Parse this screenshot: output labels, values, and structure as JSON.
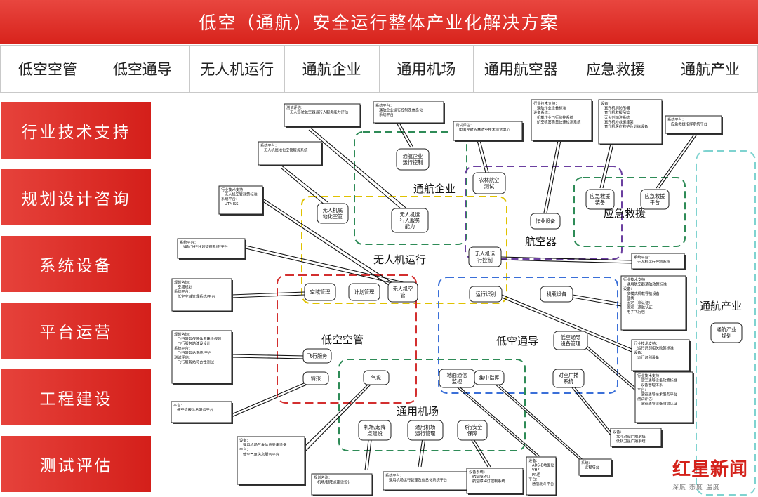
{
  "header": {
    "title": "低空（通航）安全运行整体产业化解决方案"
  },
  "tabs": [
    "低空空管",
    "低空通导",
    "无人机运行",
    "通航企业",
    "通用机场",
    "通用航空器",
    "应急救援",
    "通航产业"
  ],
  "sidebar": [
    "行业技术支持",
    "规划设计咨询",
    "系统设备",
    "平台运营",
    "工程建设",
    "测试评估"
  ],
  "regions": {
    "tongHangQiYe": "通航企业",
    "wuRenJi": "无人机运行",
    "hangKongQi": "航空器",
    "yingJi": "应急救援",
    "kongGuan": "低空空管",
    "tongDao": "低空通导",
    "jiChang": "通用机场",
    "chanYe": "通航产业"
  },
  "nodes": {
    "n1": [
      "通航企业",
      "运行控制"
    ],
    "n2": [
      "农林航空",
      "测试"
    ],
    "n3": [
      "无人机属",
      "地化空管"
    ],
    "n4": [
      "无人机运",
      "行人服务",
      "能力"
    ],
    "n5": [
      "作业设备"
    ],
    "n6": [
      "应急救援",
      "装备"
    ],
    "n7": [
      "应急救援",
      "平台"
    ],
    "n8": [
      "无人机运",
      "行控制"
    ],
    "n9": [
      "空域管理"
    ],
    "n10": [
      "计划管理"
    ],
    "n11": [
      "无人机空",
      "管"
    ],
    "n12": [
      "运行识别"
    ],
    "n13": [
      "机载设备"
    ],
    "n14": [
      "低空通导",
      "设备管理"
    ],
    "n15": [
      "飞行服务"
    ],
    "n16": [
      "情报"
    ],
    "n17": [
      "气象"
    ],
    "n18": [
      "地面通信",
      "监视"
    ],
    "n19": [
      "集中指挥"
    ],
    "n20": [
      "对空广播",
      "系统"
    ],
    "n21": [
      "机场/起降",
      "点建设"
    ],
    "n22": [
      "通用机场",
      "运行管理"
    ],
    "n23": [
      "飞行安全",
      "保障"
    ],
    "n24": [
      "通航产业",
      "规划"
    ]
  },
  "notes": {
    "t1": [
      "测试评估：",
      "无人驾驶航空器运行人服务能力评估"
    ],
    "t2": [
      "系统平台：",
      "通航企业运行控制及信息化",
      "系统平台"
    ],
    "t3": [
      "测试评估：",
      "中国民航农林航空技术测试中心"
    ],
    "t4": [
      "行业技术支持：",
      "通航作业设备标准",
      "设备系统：",
      "机载作业飞行监控系统",
      "航空喷雾质量快速检测系统"
    ],
    "t5": [
      "设备：",
      "直升机消防吊桶",
      "直升机救援吊篮",
      "灭火剂加注系统",
      "直升机外救援挂架",
      "直升机医疗救护及训练设备"
    ],
    "t6": [
      "系统平台：",
      "应急救援指挥系统平台"
    ],
    "t7": [
      "系统平台：",
      "无人机属地化空管服务系统"
    ],
    "t8": [
      "行业技术支持：",
      "无人机空管政策标准",
      "系统平台：",
      "UTMISS"
    ],
    "t9": [
      "系统平台：",
      "通航飞行计划管理系统/平台"
    ],
    "t10": [
      "系统平台：",
      "无人机运行控制系统"
    ],
    "t11": [
      "规划咨询：",
      "空域规划",
      "系统平台：",
      "低空空域管理系统/平台"
    ],
    "t12": [
      "行业技术支持：",
      "通用航空器适航政策标准",
      "设备：",
      "多模式机载导航设备",
      "便携",
      "固定（非认证）",
      "固定（适航认证）",
      "电子飞行包"
    ],
    "t13": [
      "规划咨询：",
      "飞行服务保障体系建设规划",
      "飞行服务站建设设计",
      "系统平台：",
      "飞行服务站系统/平台",
      "测试评估：",
      "飞行服务站符合性测试"
    ],
    "t14": [
      "行业技术支持：",
      "运行识别相关政策标准",
      "设备：",
      "运行识别设备"
    ],
    "t15": [
      "行业技术支持：",
      "低空通导设备政策标准",
      "设备管理体系",
      "平台：",
      "低空通导技术服务平台",
      "测试评估：",
      "低空通导设备测试认证"
    ],
    "t16": [
      "平台：",
      "低空情报信息服务平台"
    ],
    "t17": [
      "设备：",
      "北斗对空广播系统",
      "低轨卫星广播系统"
    ],
    "t18": [
      "设备：",
      "通用机场气象信息采集设备",
      "平台：",
      "低空气象信息服务平台"
    ],
    "t19": [
      "规划咨询：",
      "机场/起降点建设设计"
    ],
    "t20": [
      "系统平台：",
      "通用机场运行管理及信息化系统平台"
    ],
    "t21": [
      "设备系统：",
      "航空障碍灯",
      "航空障碍灯控制系统"
    ],
    "t22": [
      "设备：",
      "ADS-B地面站",
      "VHF",
      "PR语",
      "平台：",
      "通航北斗平台"
    ],
    "t23": [
      "系统：",
      "远程塔台"
    ]
  },
  "watermark": {
    "logo": "红星新闻",
    "slogan": "深度 态度 温度"
  },
  "colors": {
    "banner": "#d8231c",
    "sidebar": "#dd2e27",
    "red": "#d32f2f",
    "green": "#2e8b57",
    "yellow": "#e0c200",
    "blue": "#3a6fd8",
    "purple": "#6b3fa0",
    "teal": "#7fd3d0"
  }
}
